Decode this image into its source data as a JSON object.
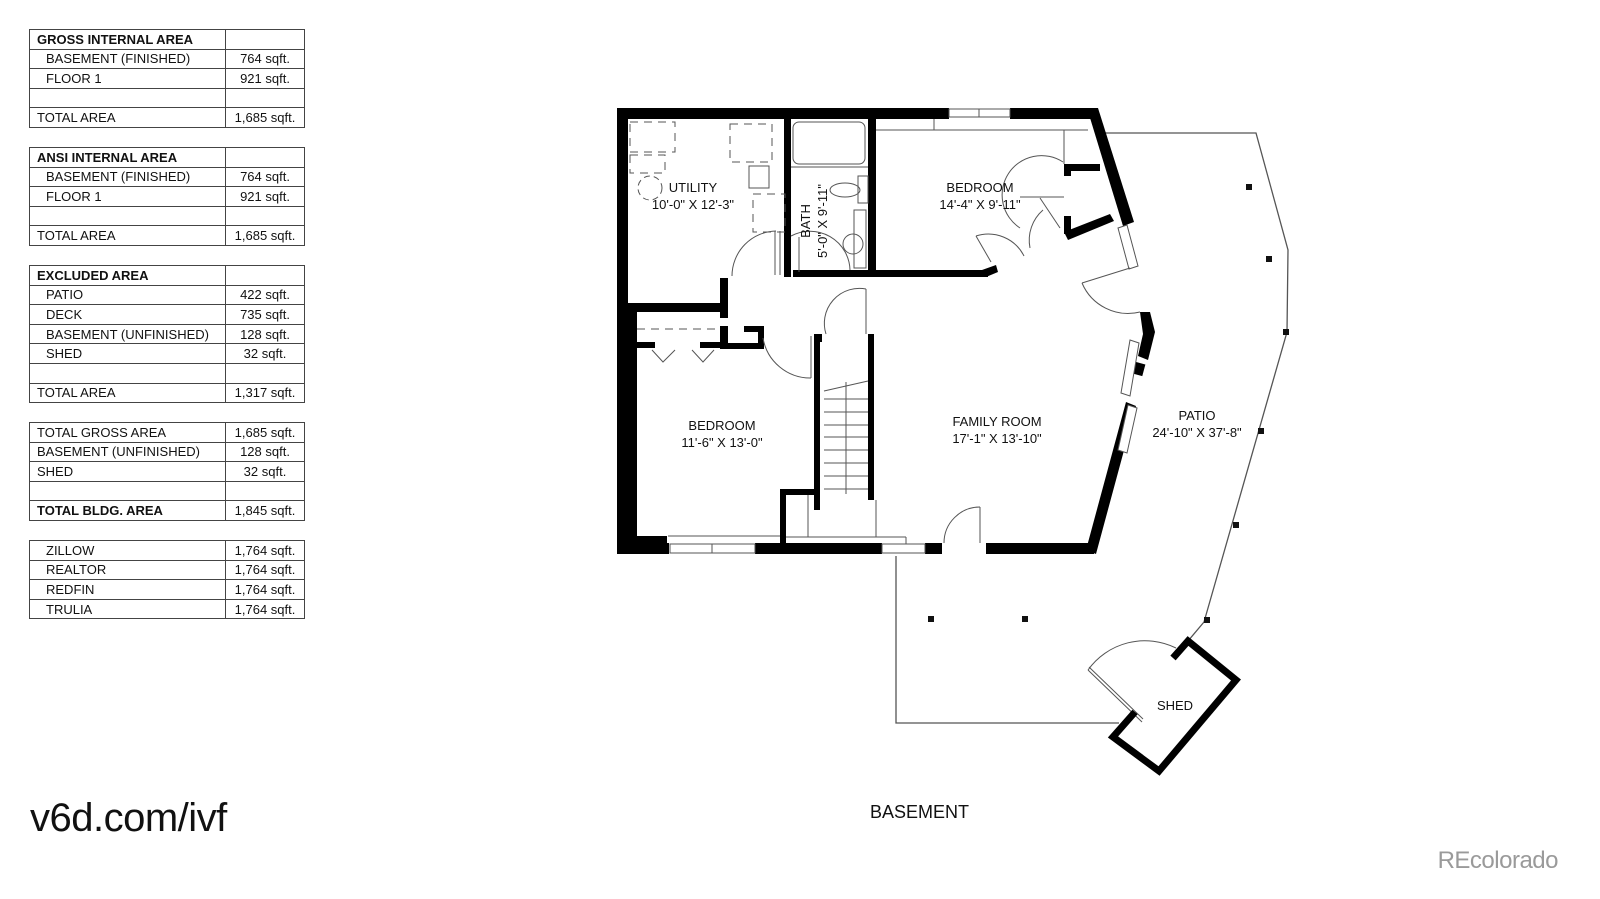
{
  "tables": [
    {
      "id": "gross-internal-area",
      "rows": [
        {
          "label": "GROSS INTERNAL AREA",
          "value": "",
          "style": "header"
        },
        {
          "label": "BASEMENT (FINISHED)",
          "value": "764 sqft.",
          "style": "indent"
        },
        {
          "label": "FLOOR 1",
          "value": "921 sqft.",
          "style": "indent"
        },
        {
          "label": "",
          "value": "",
          "style": "blank"
        },
        {
          "label": "TOTAL AREA",
          "value": "1,685 sqft.",
          "style": "total"
        }
      ]
    },
    {
      "id": "ansi-internal-area",
      "rows": [
        {
          "label": "ANSI INTERNAL AREA",
          "value": "",
          "style": "header"
        },
        {
          "label": "BASEMENT (FINISHED)",
          "value": "764 sqft.",
          "style": "indent"
        },
        {
          "label": "FLOOR 1",
          "value": "921 sqft.",
          "style": "indent"
        },
        {
          "label": "",
          "value": "",
          "style": "blank"
        },
        {
          "label": "TOTAL AREA",
          "value": "1,685 sqft.",
          "style": "total"
        }
      ]
    },
    {
      "id": "excluded-area",
      "rows": [
        {
          "label": "EXCLUDED AREA",
          "value": "",
          "style": "header"
        },
        {
          "label": "PATIO",
          "value": "422 sqft.",
          "style": "indent"
        },
        {
          "label": "DECK",
          "value": "735 sqft.",
          "style": "indent"
        },
        {
          "label": "BASEMENT (UNFINISHED)",
          "value": "128 sqft.",
          "style": "indent"
        },
        {
          "label": "SHED",
          "value": "32 sqft.",
          "style": "indent"
        },
        {
          "label": "",
          "value": "",
          "style": "blank"
        },
        {
          "label": "TOTAL AREA",
          "value": "1,317 sqft.",
          "style": "total"
        }
      ]
    },
    {
      "id": "total-building-area",
      "rows": [
        {
          "label": "TOTAL GROSS AREA",
          "value": "1,685 sqft.",
          "style": "total"
        },
        {
          "label": "BASEMENT (UNFINISHED)",
          "value": "128 sqft.",
          "style": "total"
        },
        {
          "label": "SHED",
          "value": "32 sqft.",
          "style": "total"
        },
        {
          "label": "",
          "value": "",
          "style": "blank"
        },
        {
          "label": "TOTAL BLDG. AREA",
          "value": "1,845 sqft.",
          "style": "header"
        }
      ]
    },
    {
      "id": "listing-sites-area",
      "rows": [
        {
          "label": "ZILLOW",
          "value": "1,764 sqft.",
          "style": "indent"
        },
        {
          "label": "REALTOR",
          "value": "1,764 sqft.",
          "style": "indent"
        },
        {
          "label": "REDFIN",
          "value": "1,764 sqft.",
          "style": "indent"
        },
        {
          "label": "TRULIA",
          "value": "1,764 sqft.",
          "style": "indent"
        }
      ]
    }
  ],
  "floor_plan": {
    "title": "BASEMENT",
    "rooms": [
      {
        "name": "UTILITY",
        "dims": "10'-0\" X 12'-3\""
      },
      {
        "name": "BATH",
        "dims": "5'-0\" X 9'-11\""
      },
      {
        "name": "BEDROOM",
        "dims": "14'-4\" X 9'-11\""
      },
      {
        "name": "BEDROOM",
        "dims": "11'-6\" X 13'-0\""
      },
      {
        "name": "FAMILY ROOM",
        "dims": "17'-1\" X 13'-10\""
      },
      {
        "name": "PATIO",
        "dims": "24'-10\" X 37'-8\""
      },
      {
        "name": "SHED",
        "dims": ""
      }
    ]
  },
  "watermark": "v6d.com/ivf",
  "brand": "REcolorado"
}
